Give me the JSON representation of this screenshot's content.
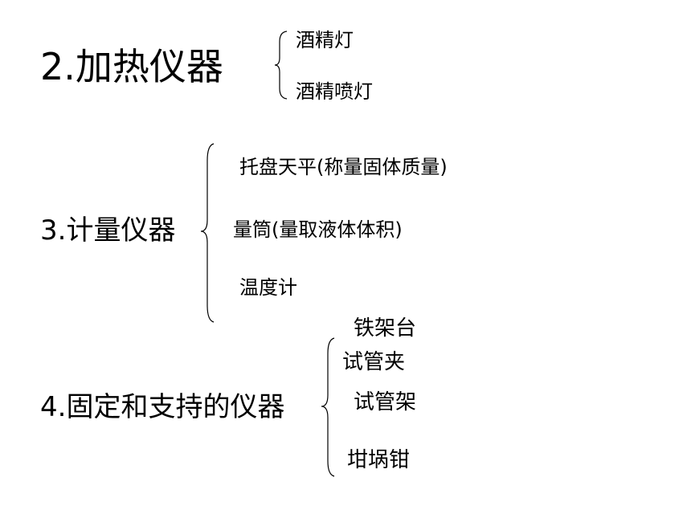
{
  "sections": [
    {
      "heading": "2.加热仪器",
      "items": [
        "酒精灯",
        "酒精喷灯"
      ]
    },
    {
      "heading": "3.计量仪器",
      "items": [
        "托盘天平(称量固体质量)",
        "量筒(量取液体体积)",
        "温度计"
      ]
    },
    {
      "heading": "4.固定和支持的仪器",
      "items": [
        "铁架台",
        "试管夹",
        "试管架",
        "坩埚钳"
      ]
    }
  ]
}
